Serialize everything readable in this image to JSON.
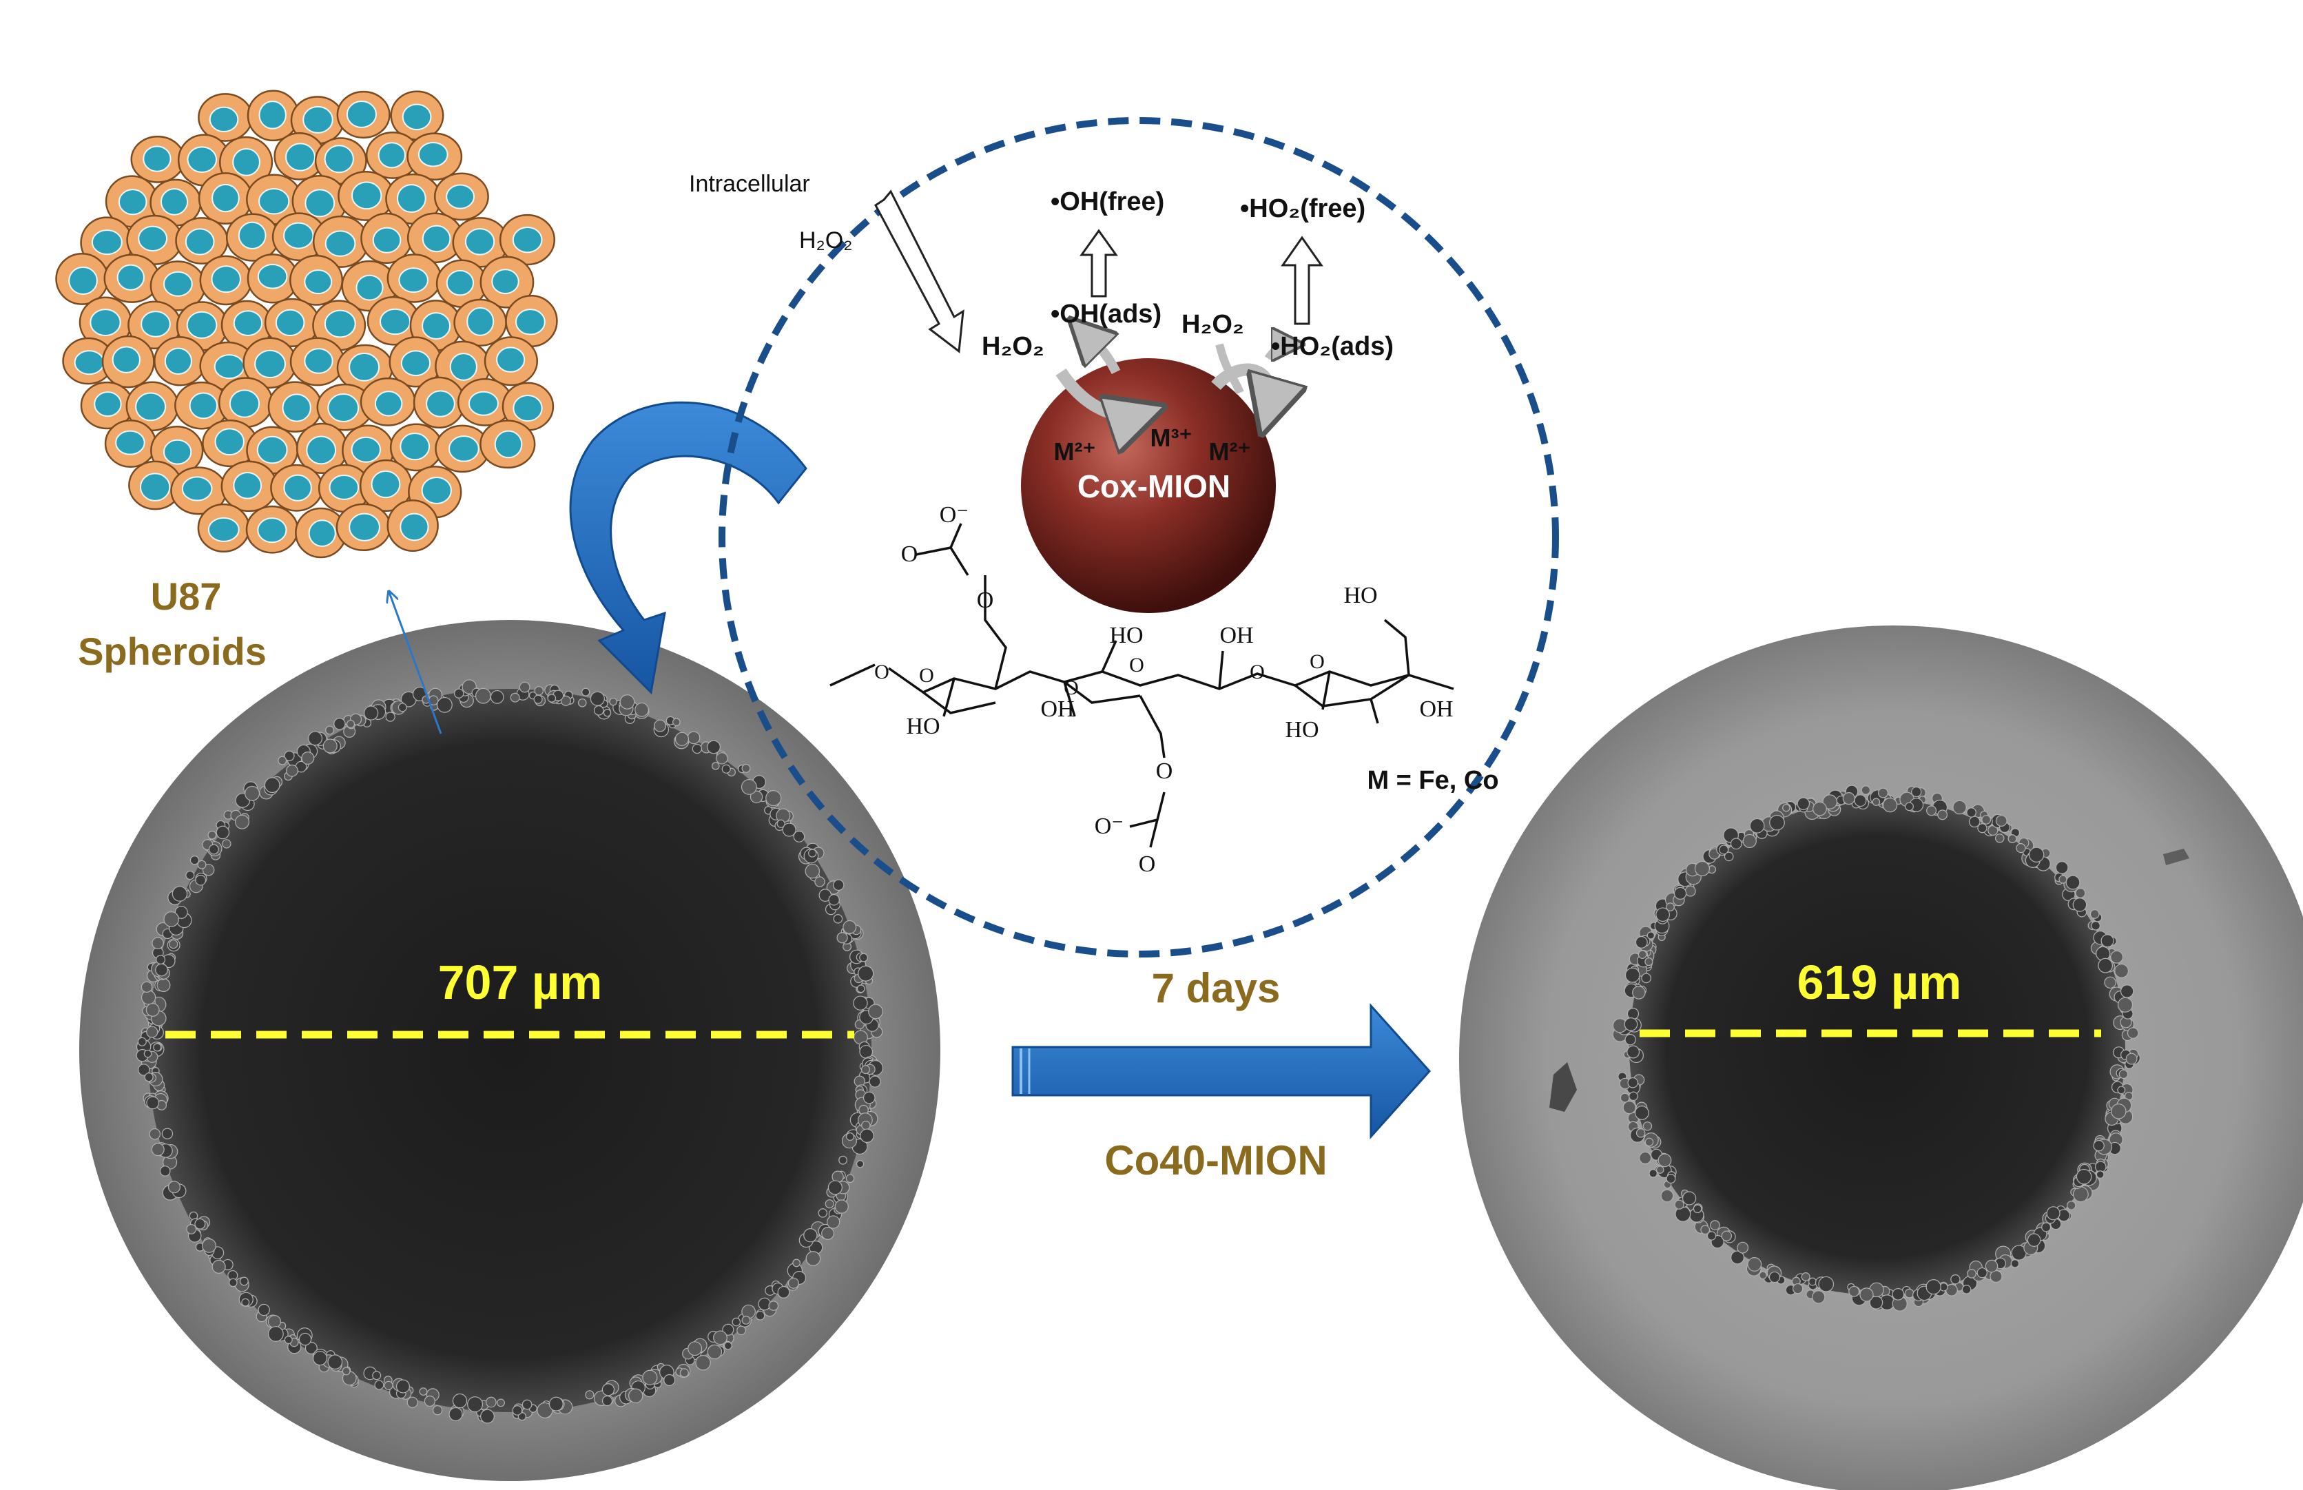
{
  "labels": {
    "spheroid_name_line1": "U87",
    "spheroid_name_line2": "Spheroids",
    "size_before": "707 µm",
    "size_after": "619 µm",
    "duration": "7 days",
    "treatment": "Co40-MION"
  },
  "mechanism": {
    "intracellular_line1": "Intracellular",
    "intracellular_line2": "H₂O₂",
    "h2o2_left": "H₂O₂",
    "h2o2_right": "H₂O₂",
    "oh_free": "•OH(free)",
    "oh_ads": "•OH(ads)",
    "ho2_free": "•HO₂(free)",
    "ho2_ads": "•HO₂(ads)",
    "m2_left": "M²⁺",
    "m3": "M³⁺",
    "m2_right": "M²⁺",
    "particle_name": "Cox-MION",
    "metal_note": "M = Fe, Co"
  },
  "polymer": {
    "carboxylate_top_o_minus": "O⁻",
    "carboxylate_top_o": "O",
    "ether_top": "O",
    "ho_top_right": "HO",
    "ho_mid": "HO",
    "oh_mid": "OH",
    "ring_o1": "O",
    "ring_o2": "O",
    "ring_o3": "O",
    "bridge_o1": "O",
    "bridge_o2": "O",
    "methoxy_o": "O",
    "ho_bottom_left": "HO",
    "oh_bottom_left": "OH",
    "ho_bottom_right": "HO",
    "oh_bottom_right": "OH",
    "ether_bottom": "O",
    "carboxylate_bottom_o_minus": "O⁻",
    "carboxylate_bottom_o": "O"
  },
  "colors": {
    "accent_blue": "#1f6cc0",
    "dashed_circle": "#1a4e8a",
    "label_gold": "#8a6a1c",
    "measure_yellow": "#ffff33",
    "cell_orange": "#f0a868",
    "cell_nucleus": "#2aa0b8",
    "particle": "#7a2a22"
  }
}
